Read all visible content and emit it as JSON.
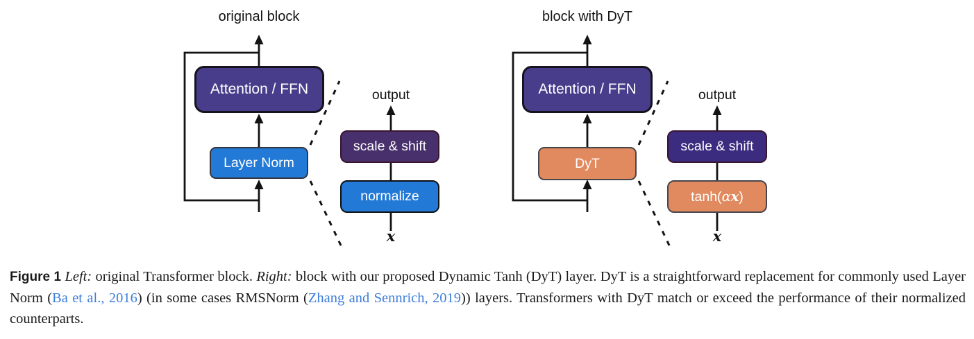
{
  "figure": {
    "left_panel": {
      "title": "original block",
      "attention_block": "Attention / FFN",
      "norm_block": "Layer Norm",
      "detail": {
        "output_label": "output",
        "scale_shift_block": "scale & shift",
        "op_block": "normalize",
        "input_label": "x"
      }
    },
    "right_panel": {
      "title": "block with DyT",
      "attention_block": "Attention / FFN",
      "norm_block": "DyT",
      "detail": {
        "output_label": "output",
        "scale_shift_block": "scale & shift",
        "op_block_prefix": "tanh(",
        "op_block_alpha": "α",
        "op_block_x": "x",
        "op_block_suffix": ")",
        "input_label": "x"
      }
    },
    "colors": {
      "attention_fill": "#483D8B",
      "norm_blue_fill": "#2379D6",
      "dyt_salmon_fill": "#E18A5F",
      "scale_shift_left_fill": "#48306C",
      "scale_shift_right_fill": "#3C2C80",
      "citation_link_blue": "#3D7EDB",
      "line_black": "#131313"
    }
  },
  "caption": {
    "segments": [
      {
        "text": "Figure 1",
        "style": "figlabel"
      },
      {
        "text": "  ",
        "style": "plain"
      },
      {
        "text": "Left:",
        "style": "italic"
      },
      {
        "text": " original Transformer block.  ",
        "style": "plain"
      },
      {
        "text": "Right:",
        "style": "italic"
      },
      {
        "text": " block with our proposed Dynamic Tanh (DyT) layer.  DyT is a straightforward replacement for commonly used Layer Norm (",
        "style": "plain"
      },
      {
        "text": "Ba et al., 2016",
        "style": "link"
      },
      {
        "text": ") (in some cases RMSNorm (",
        "style": "plain"
      },
      {
        "text": "Zhang and Sennrich, 2019",
        "style": "link"
      },
      {
        "text": ")) layers.  Transformers with DyT match or exceed the performance of their normalized counterparts.",
        "style": "plain"
      }
    ]
  }
}
